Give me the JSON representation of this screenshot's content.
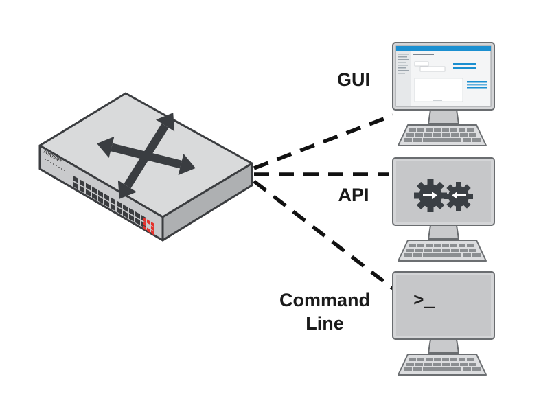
{
  "device": {
    "name": "network-switch",
    "brand_text": "FORTINET",
    "logo_color": "#e5322d"
  },
  "connections": [
    {
      "id": "gui",
      "label": "GUI"
    },
    {
      "id": "api",
      "label": "API"
    },
    {
      "id": "cli",
      "label_line1": "Command",
      "label_line2": "Line",
      "prompt": ">_"
    }
  ],
  "colors": {
    "device_top": "#d9dadb",
    "device_side": "#b9bbbd",
    "monitor_body": "#d6d7d8",
    "monitor_screen": "#c4c5c7",
    "gui_accent": "#1b8fd0",
    "gear": "#3a3f44",
    "dash": "#111111"
  },
  "icons": [
    "crossed-arrows-icon",
    "gear-icon",
    "terminal-prompt-icon"
  ]
}
